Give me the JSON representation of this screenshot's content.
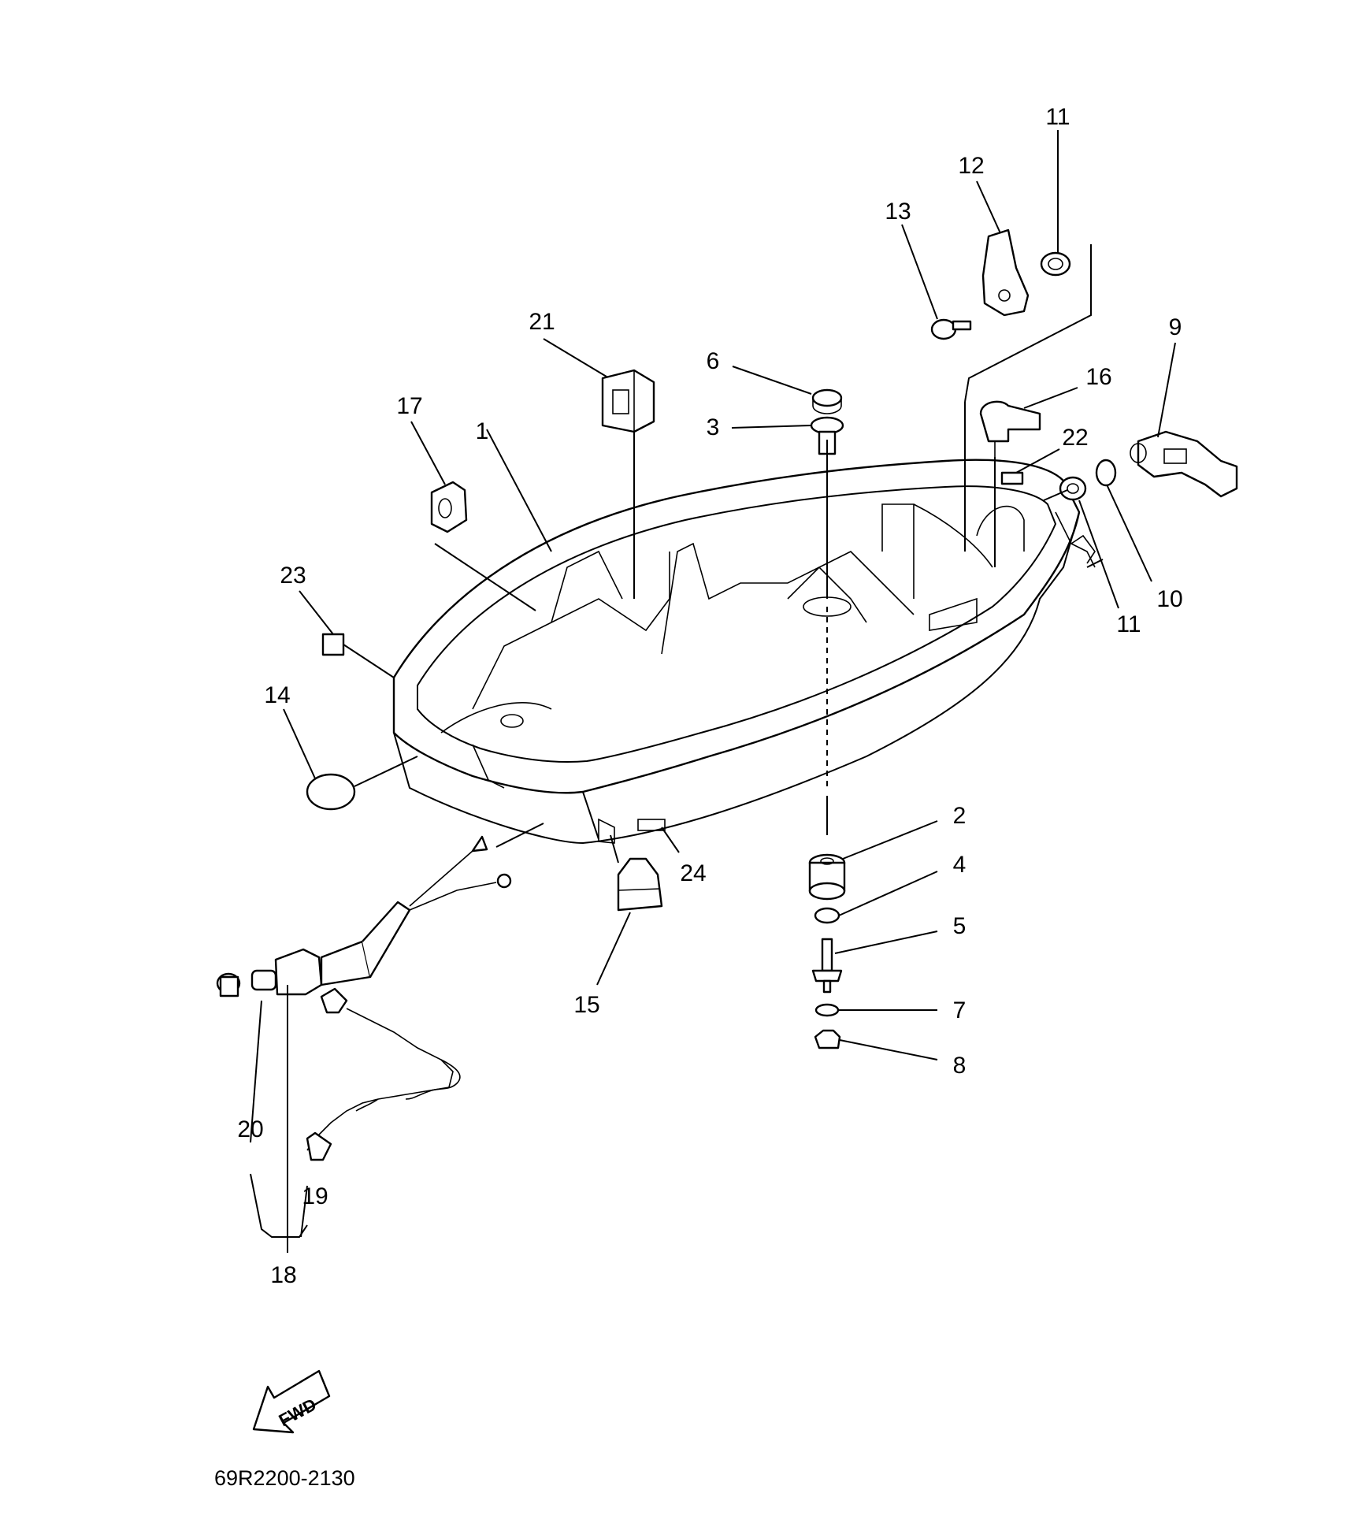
{
  "diagram": {
    "part_number_code": "69R2200-2130",
    "direction_marker": {
      "text": "FWD",
      "icon": "fwd-arrow-icon"
    },
    "callouts": [
      {
        "id": "c1",
        "number": "1"
      },
      {
        "id": "c2",
        "number": "2"
      },
      {
        "id": "c3",
        "number": "3"
      },
      {
        "id": "c4",
        "number": "4"
      },
      {
        "id": "c5",
        "number": "5"
      },
      {
        "id": "c6",
        "number": "6"
      },
      {
        "id": "c7",
        "number": "7"
      },
      {
        "id": "c8",
        "number": "8"
      },
      {
        "id": "c9",
        "number": "9"
      },
      {
        "id": "c10",
        "number": "10"
      },
      {
        "id": "c11a",
        "number": "11"
      },
      {
        "id": "c11b",
        "number": "11"
      },
      {
        "id": "c12",
        "number": "12"
      },
      {
        "id": "c13",
        "number": "13"
      },
      {
        "id": "c14",
        "number": "14"
      },
      {
        "id": "c15",
        "number": "15"
      },
      {
        "id": "c16",
        "number": "16"
      },
      {
        "id": "c17",
        "number": "17"
      },
      {
        "id": "c18",
        "number": "18"
      },
      {
        "id": "c19",
        "number": "19"
      },
      {
        "id": "c20",
        "number": "20"
      },
      {
        "id": "c21",
        "number": "21"
      },
      {
        "id": "c22",
        "number": "22"
      },
      {
        "id": "c23",
        "number": "23"
      },
      {
        "id": "c24",
        "number": "24"
      }
    ]
  }
}
